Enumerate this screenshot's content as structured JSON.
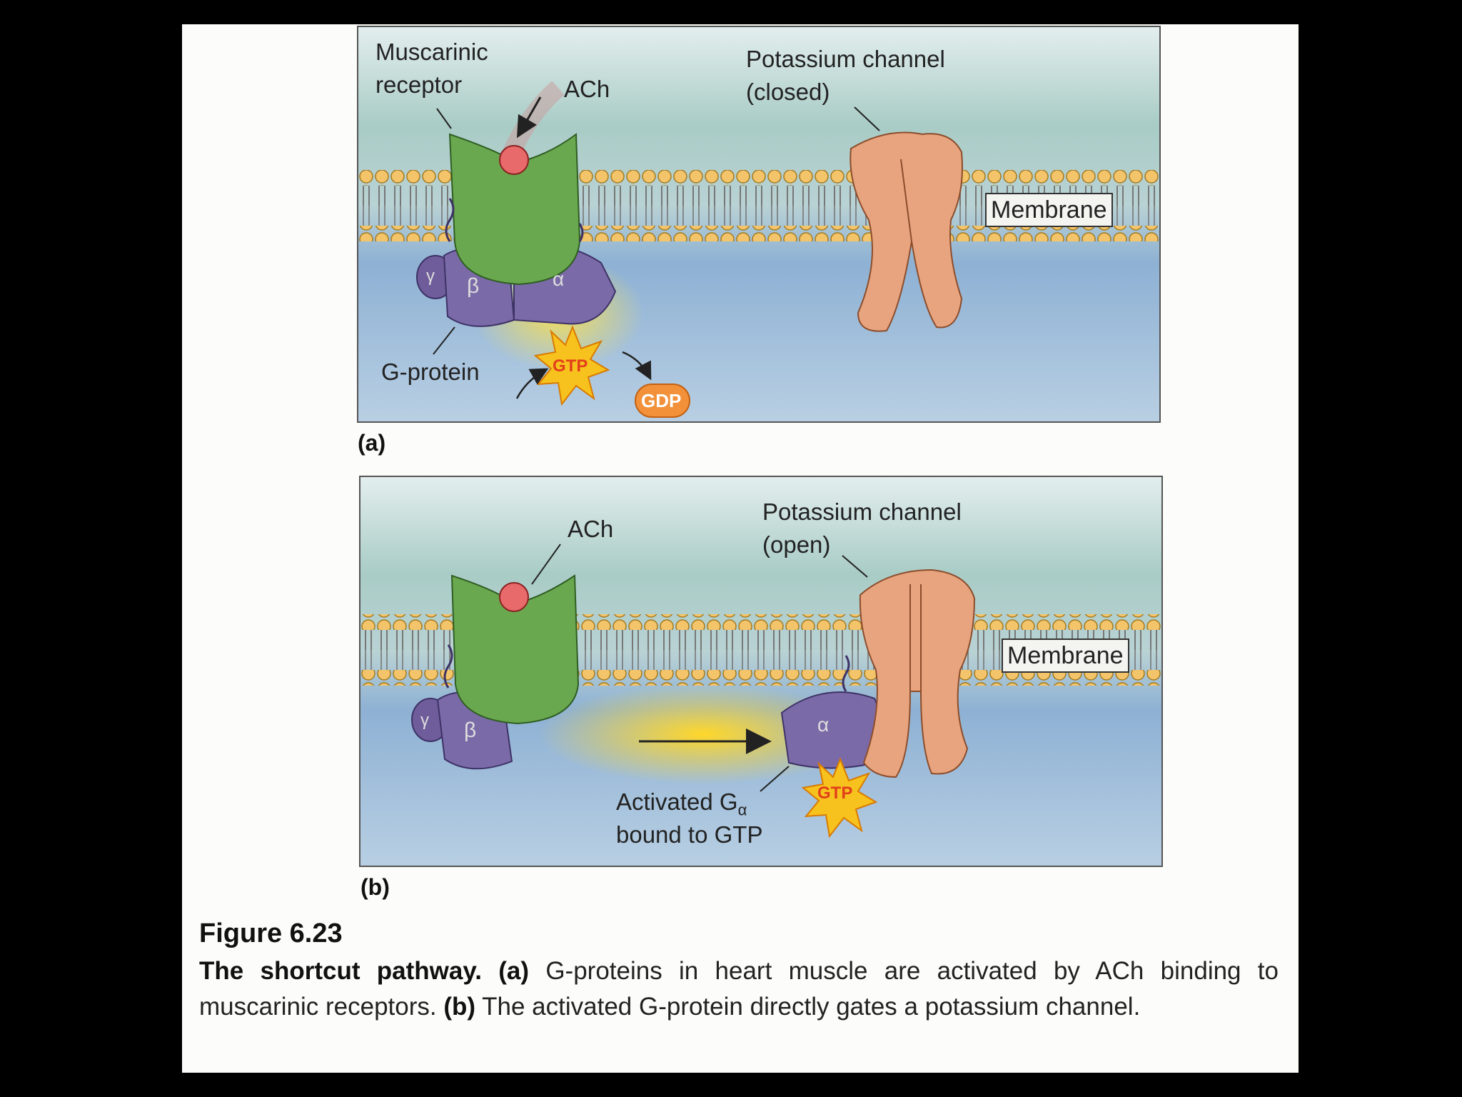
{
  "panel_a": {
    "muscarinic_receptor": "Muscarinic\nreceptor",
    "ach": "ACh",
    "potassium_channel": "Potassium channel\n(closed)",
    "membrane": "Membrane",
    "g_protein": "G-protein",
    "gamma": "γ",
    "beta": "β",
    "alpha": "α",
    "gtp": "GTP",
    "gdp": "GDP",
    "sublabel": "(a)"
  },
  "panel_b": {
    "ach": "ACh",
    "potassium_channel": "Potassium channel\n(open)",
    "membrane": "Membrane",
    "gamma": "γ",
    "beta": "β",
    "alpha": "α",
    "gtp": "GTP",
    "activated_line1": "Activated G",
    "activated_sub": "α",
    "activated_line2": "bound to GTP",
    "sublabel": "(b)"
  },
  "caption": {
    "figure_number": "Figure 6.23",
    "title": "The shortcut pathway.",
    "part_a_marker": "(a)",
    "part_a_text": "G-proteins in heart muscle are activated by ACh binding to muscarinic receptors.",
    "part_b_marker": "(b)",
    "part_b_text": "The activated G-protein directly gates a potassium channel."
  },
  "colors": {
    "receptor": "#6aa84f",
    "g_protein": "#7b6aa8",
    "channel": "#e7a47f",
    "gtp_star": "#f7c21e",
    "gdp": "#f2913a",
    "ach": "#e86a6a"
  }
}
